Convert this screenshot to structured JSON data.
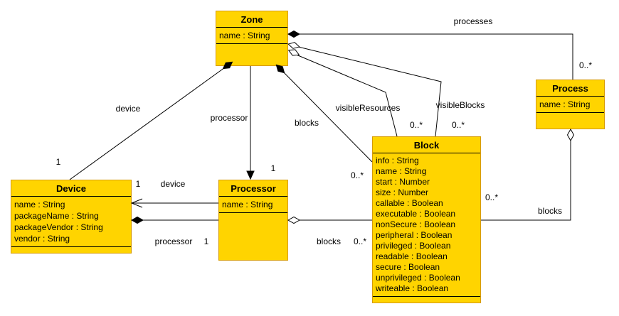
{
  "colors": {
    "class_fill": "#FFD400",
    "class_border": "#D69A00",
    "edge": "#000000"
  },
  "classes": {
    "zone": {
      "name": "Zone",
      "attributes": [
        "name : String"
      ]
    },
    "process": {
      "name": "Process",
      "attributes": [
        "name : String"
      ]
    },
    "device": {
      "name": "Device",
      "attributes": [
        "name : String",
        "packageName : String",
        "packageVendor : String",
        "vendor : String"
      ]
    },
    "processor": {
      "name": "Processor",
      "attributes": [
        "name : String"
      ]
    },
    "block": {
      "name": "Block",
      "attributes": [
        "info : String",
        "name : String",
        "start : Number",
        "size : Number",
        "callable : Boolean",
        "executable : Boolean",
        "nonSecure : Boolean",
        "peripheral : Boolean",
        "privileged : Boolean",
        "readable : Boolean",
        "secure : Boolean",
        "unprivileged : Boolean",
        "writeable : Boolean"
      ]
    }
  },
  "labels": {
    "processes": "processes",
    "processes_mult": "0..*",
    "zone_device": "device",
    "zone_device_mult": "1",
    "zone_processor": "processor",
    "zone_processor_mult": "1",
    "zone_blocks": "blocks",
    "zone_blocks_mult": "0..*",
    "visible_resources": "visibleResources",
    "visible_resources_mult": "0..*",
    "visible_blocks": "visibleBlocks",
    "visible_blocks_mult": "0..*",
    "device_device": "device",
    "device_device_mult": "1",
    "device_processor": "processor",
    "device_processor_mult": "1",
    "processor_blocks": "blocks",
    "processor_blocks_mult": "0..*",
    "process_blocks": "blocks",
    "process_blocks_mult": "0..*"
  }
}
